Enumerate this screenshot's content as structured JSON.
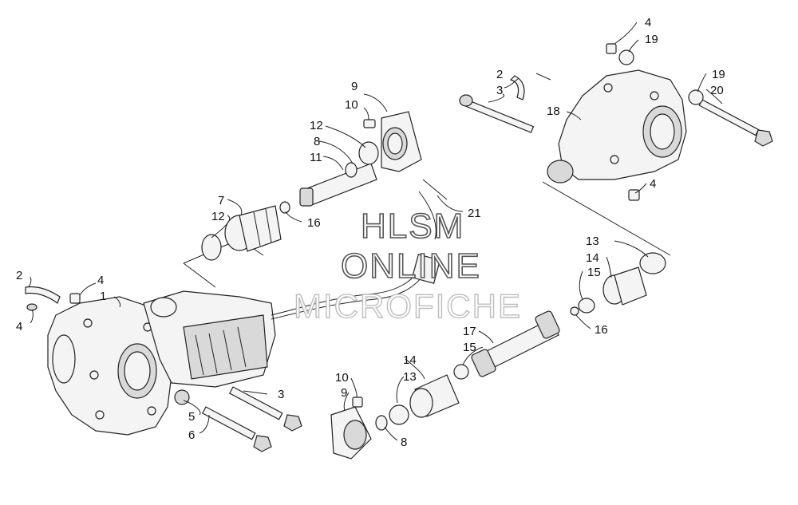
{
  "watermark": {
    "line1": "HLSM",
    "line2": "ONLINE",
    "line3": "MICROFICHE"
  },
  "callouts": {
    "c1": "1",
    "c2a": "2",
    "c2b": "2",
    "c3a": "3",
    "c3b": "3",
    "c4a": "4",
    "c4b": "4",
    "c4c": "4",
    "c4d": "4",
    "c5": "5",
    "c6": "6",
    "c7": "7",
    "c8a": "8",
    "c8b": "8",
    "c9a": "9",
    "c9b": "9",
    "c10a": "10",
    "c10b": "10",
    "c11": "11",
    "c12a": "12",
    "c12b": "12",
    "c13a": "13",
    "c13b": "13",
    "c14a": "14",
    "c14b": "14",
    "c15a": "15",
    "c15b": "15",
    "c16a": "16",
    "c16b": "16",
    "c17": "17",
    "c18": "18",
    "c19a": "19",
    "c19b": "19",
    "c20": "20",
    "c21": "21"
  }
}
